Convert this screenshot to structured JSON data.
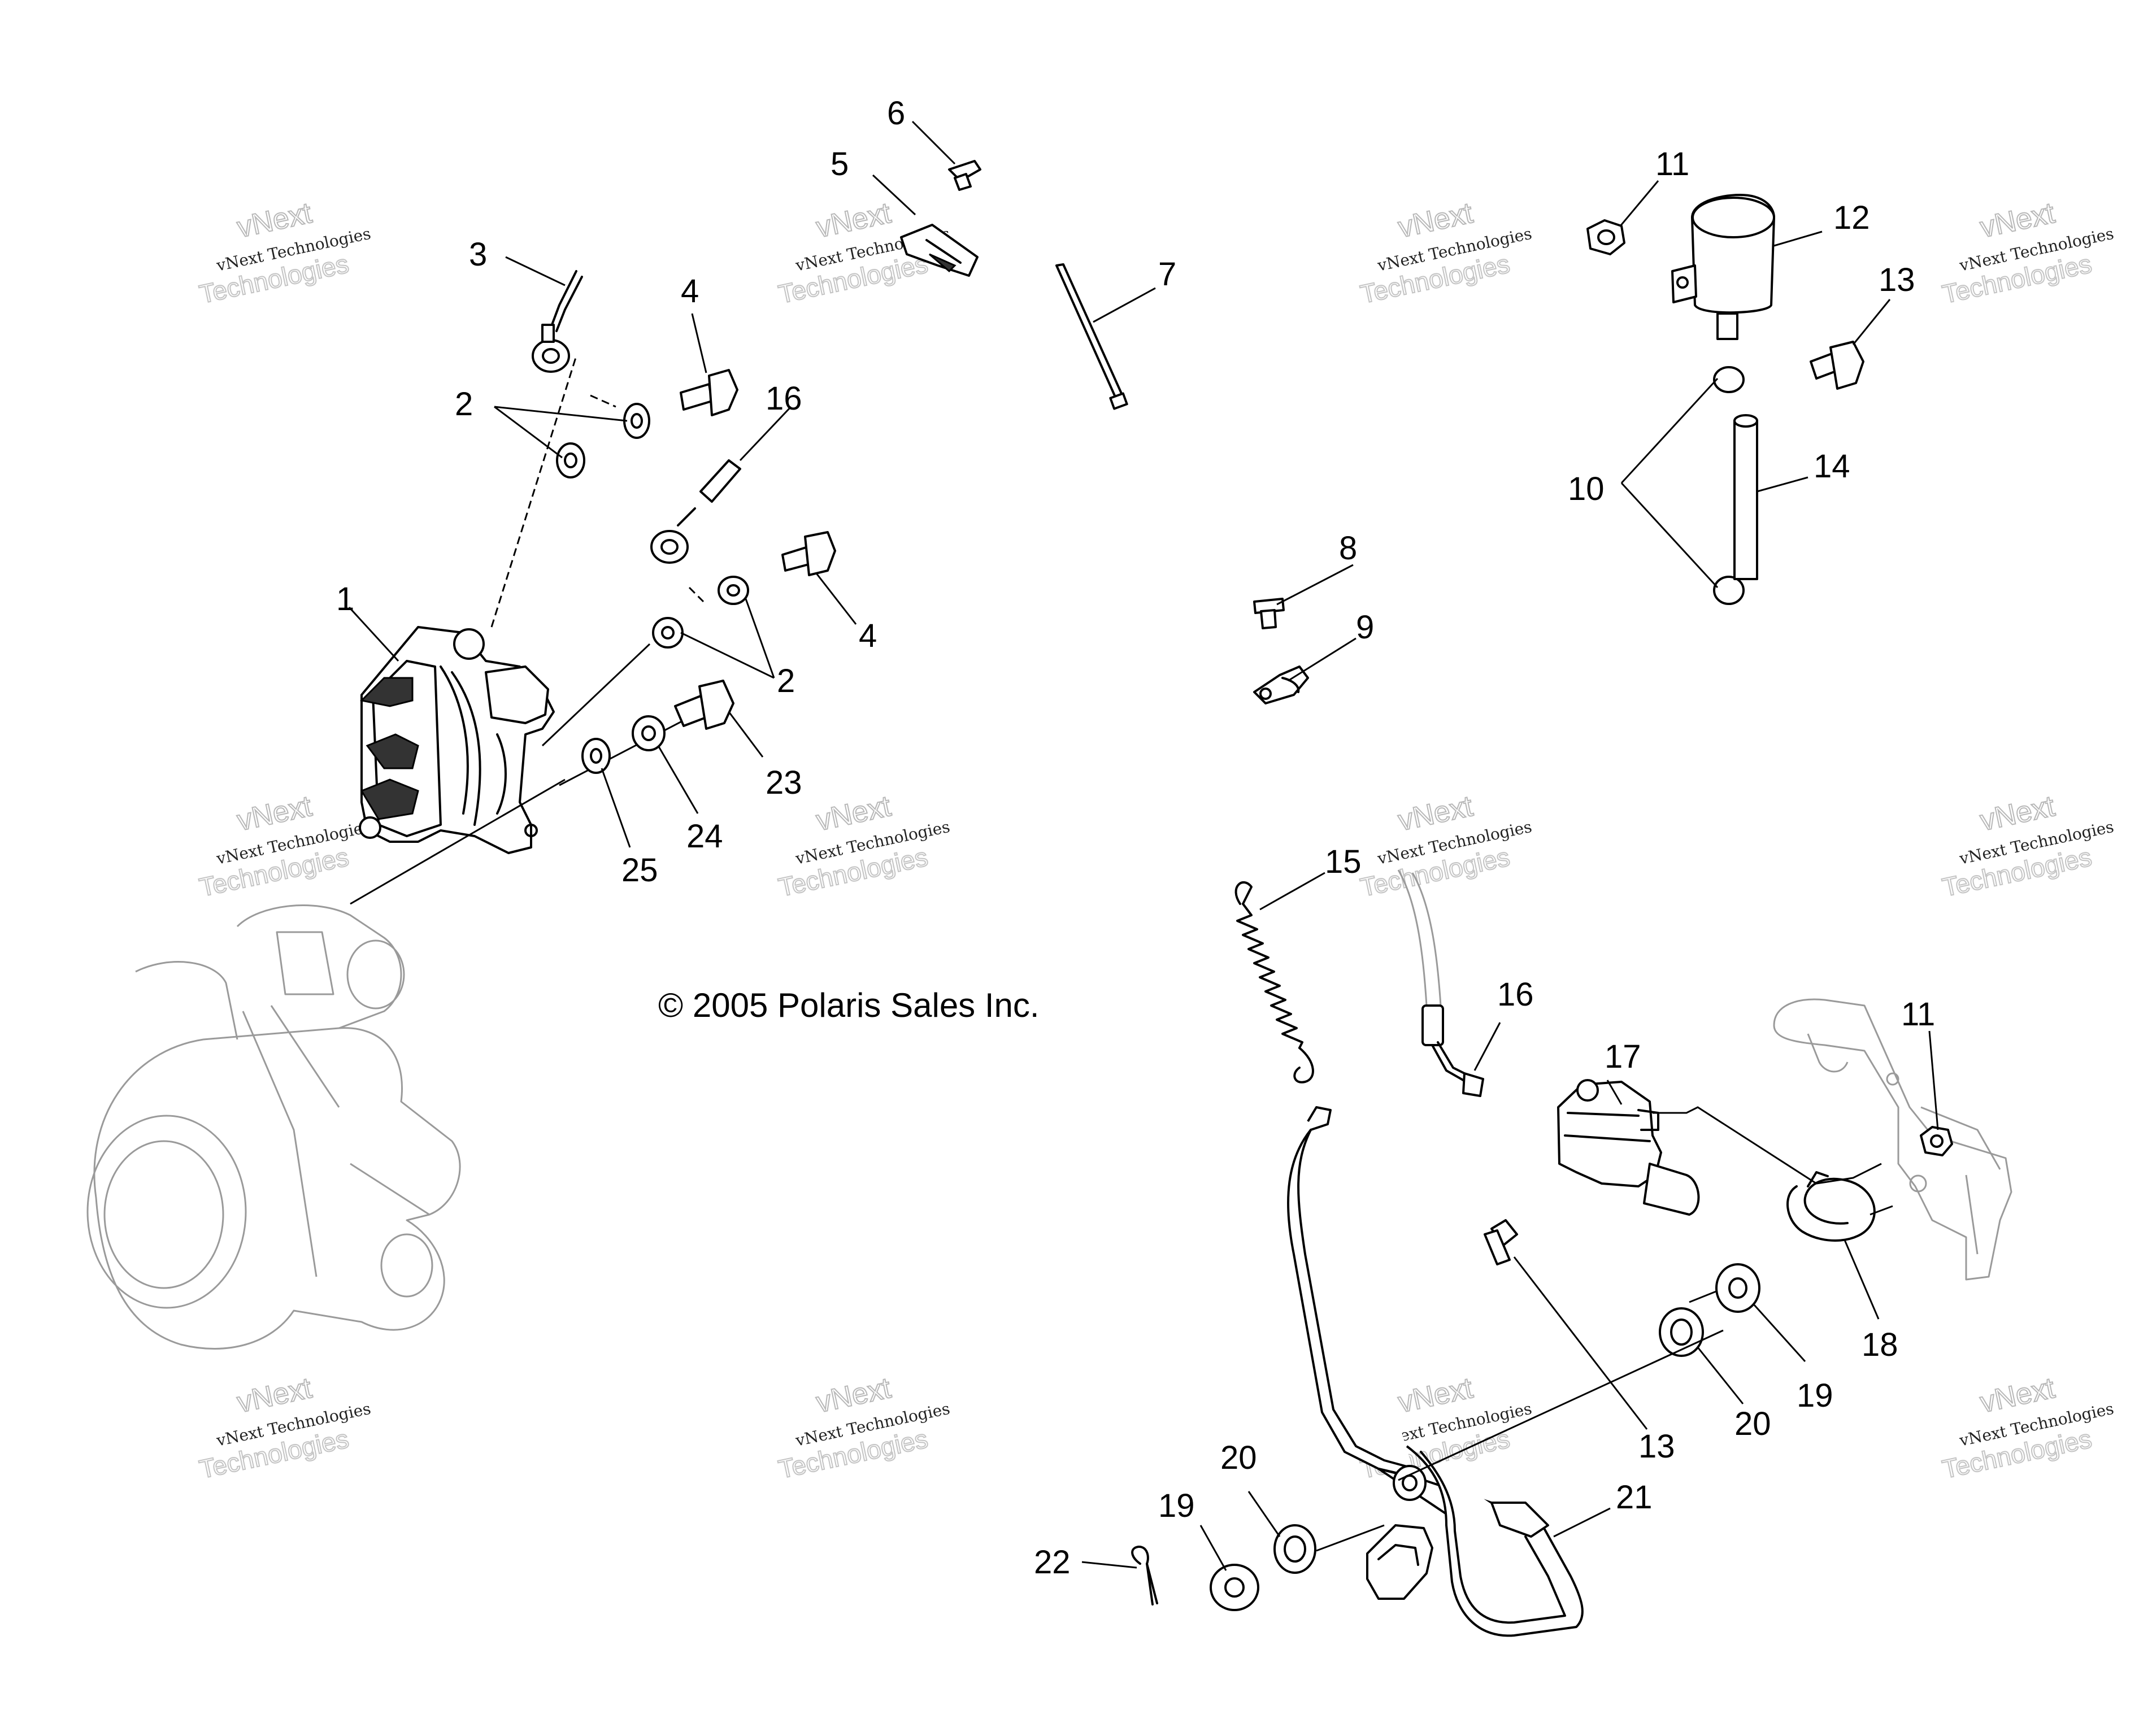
{
  "copyright": "© 2005 Polaris Sales Inc.",
  "watermark": {
    "line1": "vNext Technologies",
    "line2": "vNext",
    "line3": "Technologies"
  },
  "callouts": {
    "c1": "1",
    "c2a": "2",
    "c2b": "2",
    "c3": "3",
    "c4a": "4",
    "c4b": "4",
    "c5": "5",
    "c6": "6",
    "c7": "7",
    "c8": "8",
    "c9": "9",
    "c10": "10",
    "c11a": "11",
    "c11b": "11",
    "c12": "12",
    "c13a": "13",
    "c13b": "13",
    "c14": "14",
    "c15": "15",
    "c16a": "16",
    "c16b": "16",
    "c17": "17",
    "c18": "18",
    "c19a": "19",
    "c19b": "19",
    "c20a": "20",
    "c20b": "20",
    "c21": "21",
    "c22": "22",
    "c23": "23",
    "c24": "24",
    "c25": "25"
  }
}
